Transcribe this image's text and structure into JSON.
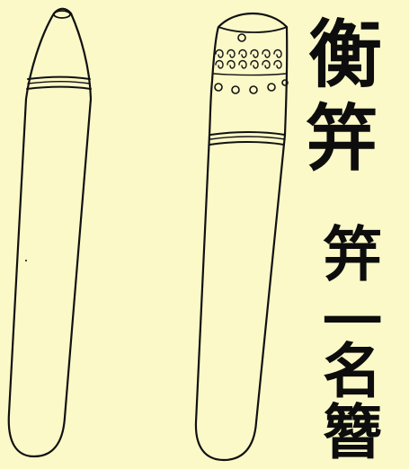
{
  "background_color": "#fbf9c8",
  "ink_color": "#111111",
  "title": {
    "line1": "衡",
    "line2": "笄"
  },
  "note": {
    "line1": "笄",
    "line2": "一",
    "line3": "名",
    "line4": "簪"
  }
}
